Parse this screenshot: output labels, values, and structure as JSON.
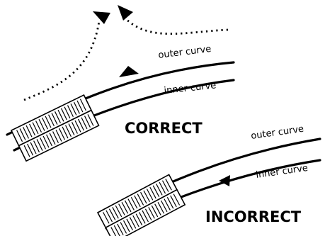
{
  "correct": {
    "title": "CORRECT",
    "outer_label": "outer curve",
    "inner_label": "inner curve"
  },
  "incorrect": {
    "title": "INCORRECT",
    "outer_label": "outer curve",
    "inner_label": "inner curve"
  },
  "colors": {
    "ink": "#000000",
    "background": "#ffffff"
  }
}
